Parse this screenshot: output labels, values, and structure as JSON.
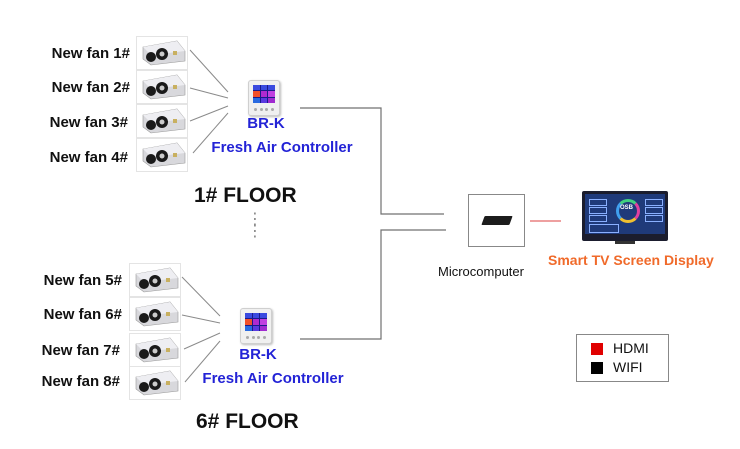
{
  "floors": [
    {
      "title": "1# FLOOR",
      "fans": [
        {
          "label": "New fan 1#",
          "icon": "ceiling-fan-unit-icon"
        },
        {
          "label": "New fan 2#",
          "icon": "ceiling-fan-unit-icon"
        },
        {
          "label": "New fan 3#",
          "icon": "ceiling-fan-unit-icon"
        },
        {
          "label": "New fan 4#",
          "icon": "ceiling-fan-unit-icon"
        }
      ],
      "controller": {
        "model": "BR-K",
        "name": "Fresh Air Controller",
        "icon": "touch-panel-controller-icon"
      }
    },
    {
      "title": "6# FLOOR",
      "fans": [
        {
          "label": "New fan 5#",
          "icon": "ceiling-fan-unit-icon"
        },
        {
          "label": "New fan 6#",
          "icon": "ceiling-fan-unit-icon"
        },
        {
          "label": "New fan 7#",
          "icon": "ceiling-fan-unit-icon"
        },
        {
          "label": "New fan 8#",
          "icon": "ceiling-fan-unit-icon"
        }
      ],
      "controller": {
        "model": "BR-K",
        "name": "Fresh Air Controller",
        "icon": "touch-panel-controller-icon"
      }
    }
  ],
  "ellipsis": "⋮",
  "microcomputer": {
    "label": "Microcomputer",
    "icon": "mini-pc-icon"
  },
  "display": {
    "label": "Smart TV Screen Display",
    "icon": "smart-tv-icon",
    "screen_text": "OSB"
  },
  "legend": [
    {
      "label": "HDMI",
      "color": "#e00000"
    },
    {
      "label": "WIFI",
      "color": "#000000"
    }
  ],
  "colors": {
    "controller_text": "#2323d6",
    "display_text": "#f06a2a",
    "wire_gray": "#707070",
    "hdmi_wire": "#e98080"
  }
}
